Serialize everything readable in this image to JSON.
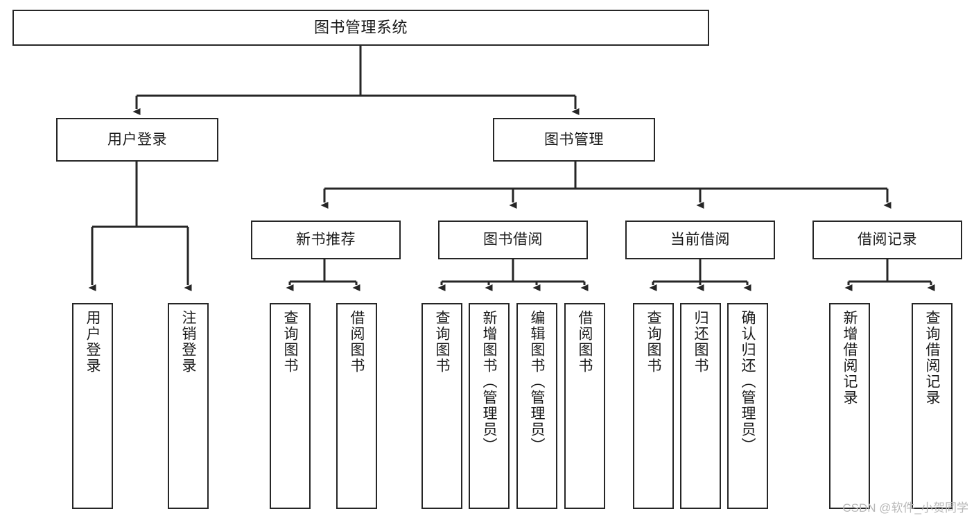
{
  "diagram": {
    "title": "图书管理系统",
    "type": "hierarchy-tree",
    "root": {
      "id": "root",
      "label": "图书管理系统"
    },
    "level2": [
      {
        "id": "user-login",
        "label": "用户登录"
      },
      {
        "id": "book-management",
        "label": "图书管理"
      }
    ],
    "level3": [
      {
        "id": "new-book-recommend",
        "label": "新书推荐"
      },
      {
        "id": "book-borrow",
        "label": "图书借阅"
      },
      {
        "id": "current-borrow",
        "label": "当前借阅"
      },
      {
        "id": "borrow-record",
        "label": "借阅记录"
      }
    ],
    "leaves": [
      {
        "id": "leaf-user-login",
        "label": "用户登录",
        "parent": "user-login"
      },
      {
        "id": "leaf-logout-login",
        "label": "注销登录",
        "parent": "user-login"
      },
      {
        "id": "leaf-query-book-1",
        "label": "查询图书",
        "parent": "new-book-recommend"
      },
      {
        "id": "leaf-borrow-book-1",
        "label": "借阅图书",
        "parent": "new-book-recommend"
      },
      {
        "id": "leaf-query-book-2",
        "label": "查询图书",
        "parent": "book-borrow"
      },
      {
        "id": "leaf-add-book",
        "label": "新增图书（管理员）",
        "parent": "book-borrow"
      },
      {
        "id": "leaf-edit-book",
        "label": "编辑图书（管理员）",
        "parent": "book-borrow"
      },
      {
        "id": "leaf-borrow-book-2",
        "label": "借阅图书",
        "parent": "book-borrow"
      },
      {
        "id": "leaf-query-book-3",
        "label": "查询图书",
        "parent": "current-borrow"
      },
      {
        "id": "leaf-return-book",
        "label": "归还图书",
        "parent": "current-borrow"
      },
      {
        "id": "leaf-confirm-return",
        "label": "确认归还（管理员）",
        "parent": "current-borrow"
      },
      {
        "id": "leaf-add-record",
        "label": "新增借阅记录",
        "parent": "borrow-record"
      },
      {
        "id": "leaf-query-record",
        "label": "查询借阅记录",
        "parent": "borrow-record"
      }
    ],
    "colors": {
      "stroke": "#262626",
      "fill": "#ffffff",
      "text": "#1a1a1a",
      "watermark": "#b8b8b8"
    }
  },
  "watermark": {
    "text": "CSDN @软件_小贺同学"
  }
}
